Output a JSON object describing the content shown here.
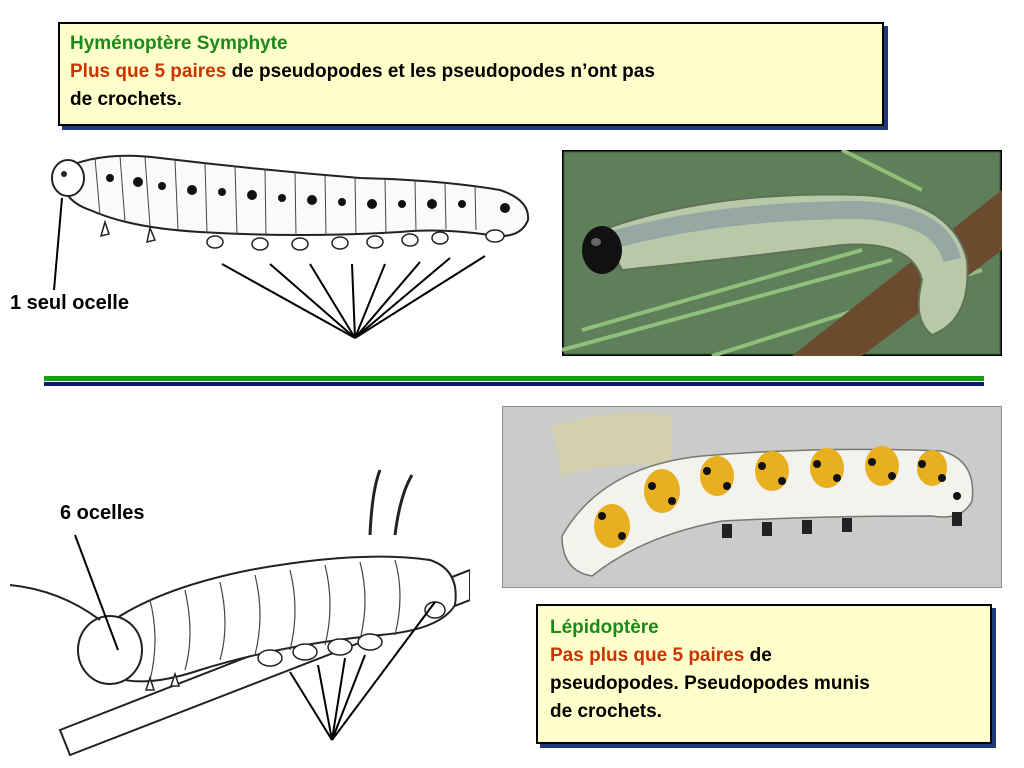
{
  "top_box": {
    "heading": "Hyménoptère Symphyte",
    "emphasis": "Plus que 5 paires",
    "line1_rest": " de pseudopodes et les pseudopodes n’ont pas",
    "line2": "de crochets."
  },
  "bottom_box": {
    "heading": "Lépidoptère",
    "emphasis": "Pas plus que 5 paires",
    "line1_rest": " de",
    "line2": "pseudopodes. Pseudopodes munis",
    "line3": "de crochets."
  },
  "labels": {
    "single_ocellus": "1 seul ocelle",
    "six_ocelli": "6 ocelles"
  },
  "colors": {
    "box_background": "#ffffcc",
    "heading_green": "#1a8a1a",
    "emphasis_red": "#cc3300",
    "divider_green": "#16a016",
    "divider_blue": "#0a1a70"
  }
}
